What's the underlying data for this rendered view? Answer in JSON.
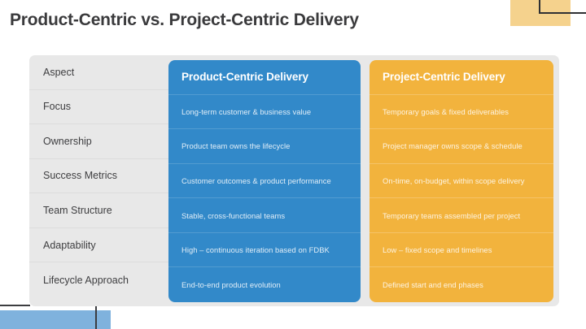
{
  "slide": {
    "title": "Product-Centric vs. Project-Centric Delivery"
  },
  "colors": {
    "product_column": "#3289c9",
    "project_column": "#f2b33d",
    "panel_background": "#e8e8e8",
    "title_text": "#3a3a3c",
    "deco_tan": "#f5d28d",
    "deco_blue": "#7fb2dd",
    "deco_line": "#2f3033"
  },
  "table": {
    "headers": {
      "aspect": "Aspect",
      "product": "Product-Centric Delivery",
      "project": "Project-Centric Delivery"
    },
    "rows": [
      {
        "aspect": "Focus",
        "product": "Long-term customer & business value",
        "project": "Temporary goals & fixed deliverables"
      },
      {
        "aspect": "Ownership",
        "product": "Product team owns the lifecycle",
        "project": "Project manager owns scope & schedule"
      },
      {
        "aspect": "Success Metrics",
        "product": "Customer outcomes & product performance",
        "project": "On-time, on-budget, within scope delivery"
      },
      {
        "aspect": "Team Structure",
        "product": "Stable, cross-functional teams",
        "project": "Temporary teams assembled per project"
      },
      {
        "aspect": "Adaptability",
        "product": "High – continuous iteration based on FDBK",
        "project": "Low – fixed scope and timelines"
      },
      {
        "aspect": "Lifecycle Approach",
        "product": "End-to-end product evolution",
        "project": "Defined start and end phases"
      }
    ]
  }
}
